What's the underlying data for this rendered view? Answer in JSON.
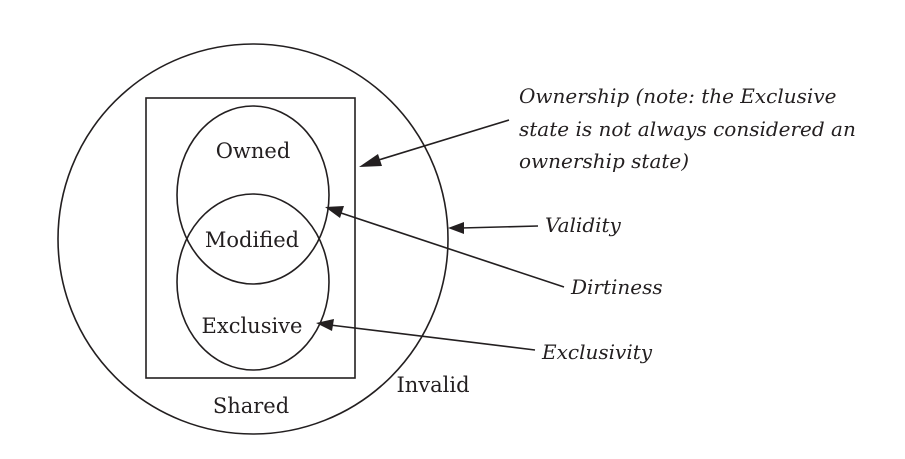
{
  "states": {
    "owned": "Owned",
    "modified": "Modified",
    "exclusive": "Exclusive",
    "shared": "Shared",
    "invalid": "Invalid"
  },
  "annotations": {
    "ownership": [
      "Ownership (note: the Exclusive",
      "state is not always considered an",
      "ownership state)"
    ],
    "validity": "Validity",
    "dirtiness": "Dirtiness",
    "exclusivity": "Exclusivity"
  },
  "colors": {
    "ink": "#231f20",
    "background": "#ffffff"
  }
}
